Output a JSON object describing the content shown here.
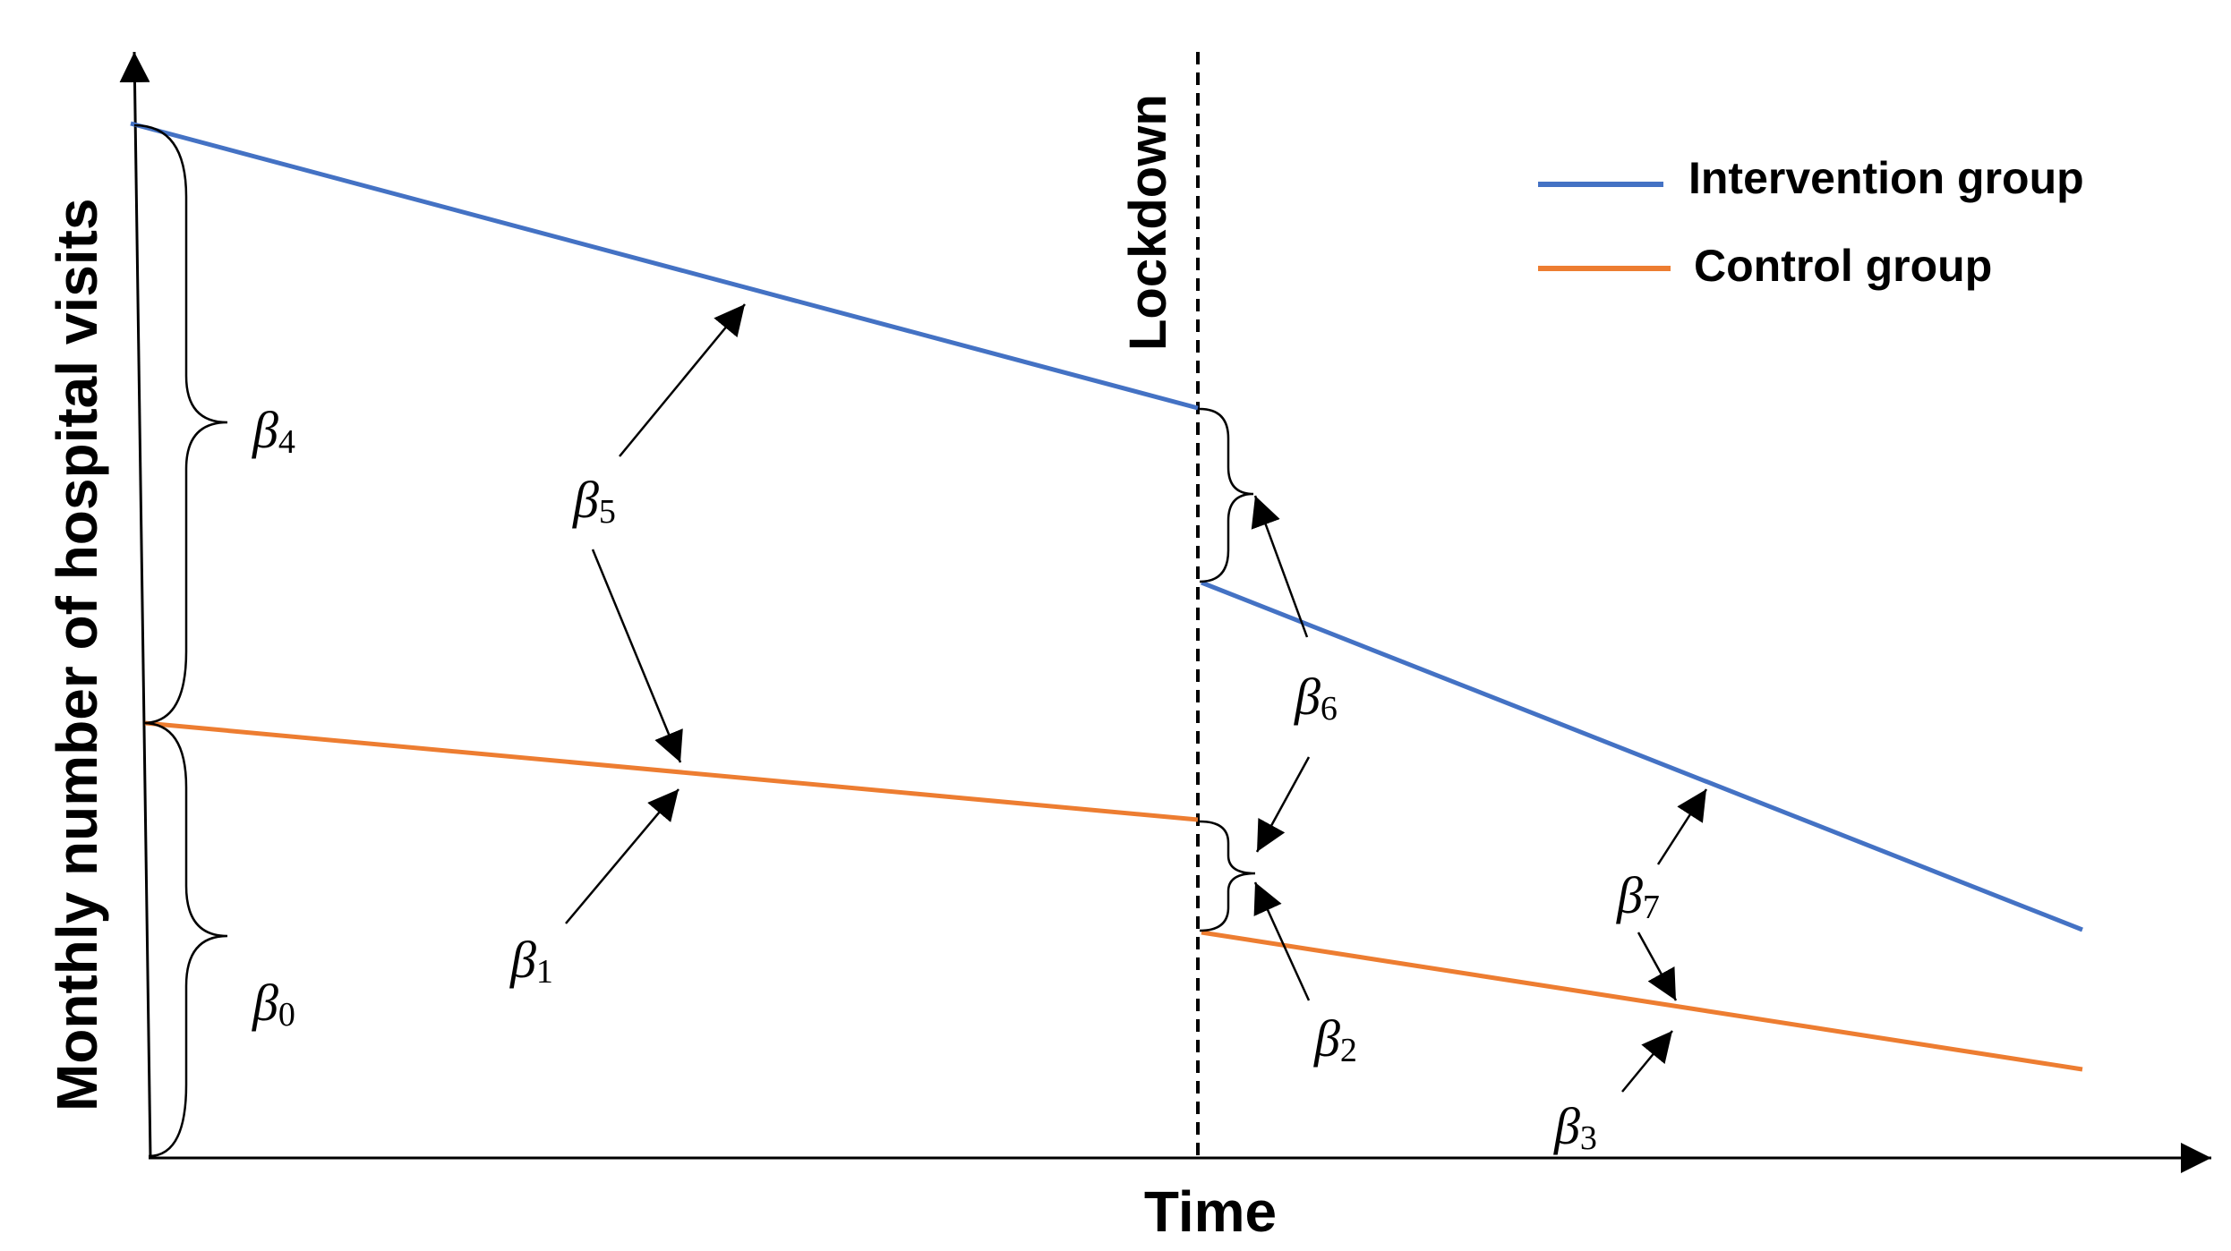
{
  "axes": {
    "y_label": "Monthly number of hospital visits",
    "x_label": "Time"
  },
  "event": {
    "label": "Lockdown"
  },
  "legend": [
    {
      "label": "Intervention group",
      "color": "#4472C4"
    },
    {
      "label": "Control group",
      "color": "#ED7D31"
    }
  ],
  "colors": {
    "intervention": "#4472C4",
    "control": "#ED7D31",
    "ink": "#000000"
  },
  "coefficients": {
    "b0": {
      "symbol": "β",
      "sub": "0"
    },
    "b1": {
      "symbol": "β",
      "sub": "1"
    },
    "b2": {
      "symbol": "β",
      "sub": "2"
    },
    "b3": {
      "symbol": "β",
      "sub": "3"
    },
    "b4": {
      "symbol": "β",
      "sub": "4"
    },
    "b5": {
      "symbol": "β",
      "sub": "5"
    },
    "b6": {
      "symbol": "β",
      "sub": "6"
    },
    "b7": {
      "symbol": "β",
      "sub": "7"
    }
  }
}
